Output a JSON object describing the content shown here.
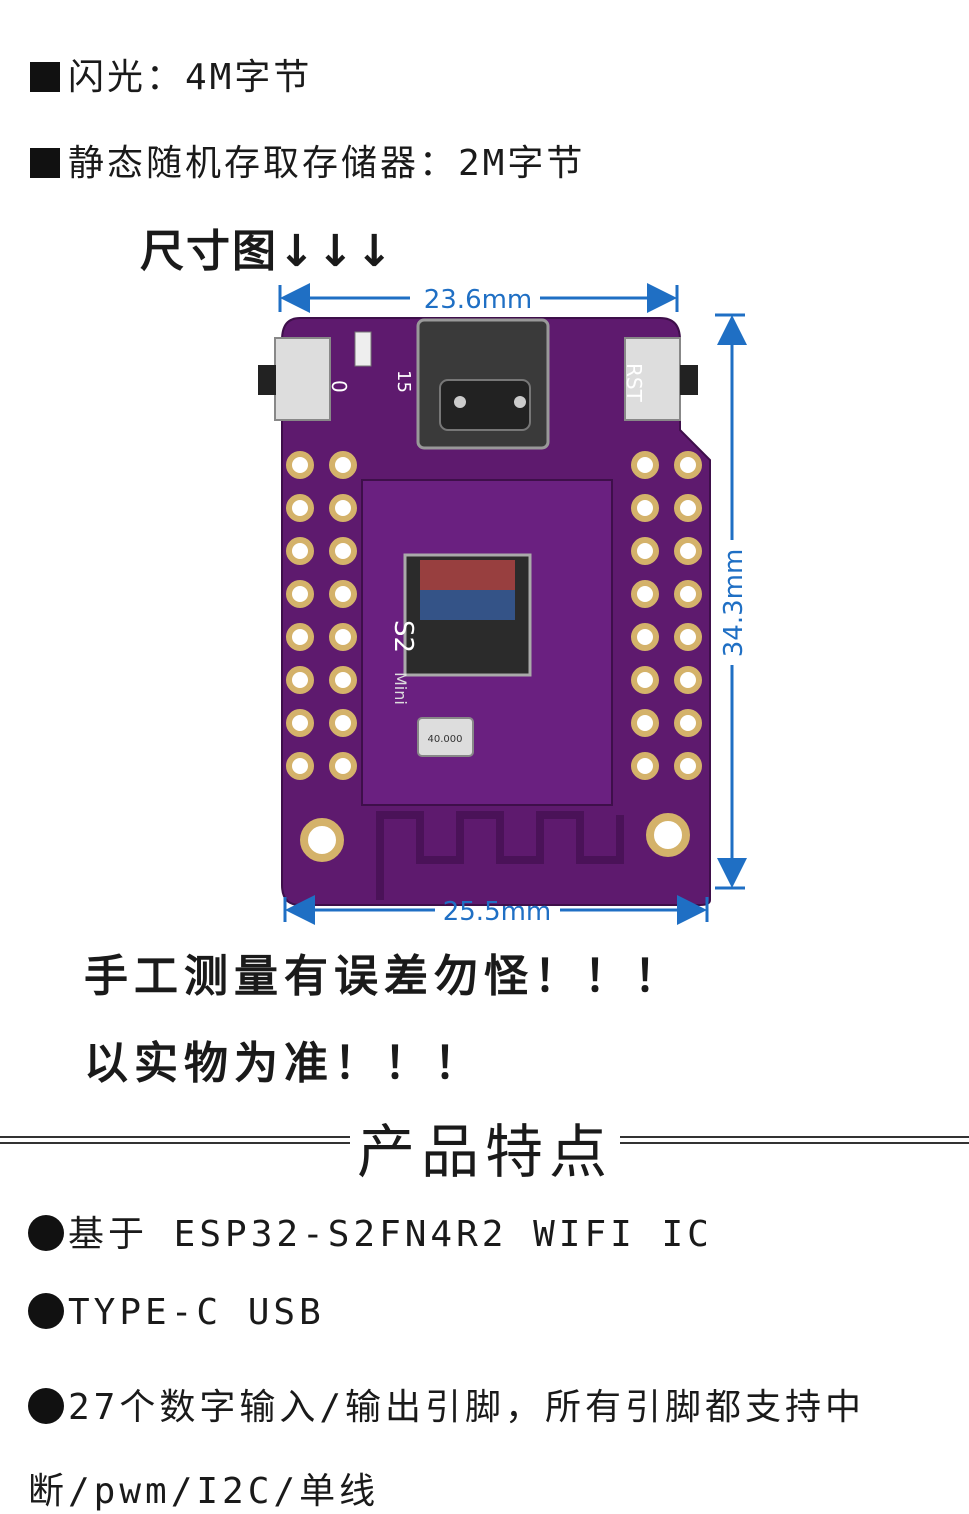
{
  "specs": [
    {
      "label": "闪光：4M字节"
    },
    {
      "label": "静态随机存取存储器：2M字节"
    }
  ],
  "dimension_heading": "尺寸图↓↓↓",
  "board": {
    "width_top": "23.6mm",
    "height": "34.3mm",
    "width_bottom": "25.5mm",
    "silk_left_button": "0",
    "silk_led": "15",
    "silk_right_button": "RST",
    "silk_model": "S2",
    "silk_model_sub": "Mini",
    "crystal_label": "40.000",
    "pcb_color": "#5e1a6e",
    "dimension_color": "#1f6fc4"
  },
  "warnings": [
    "手工测量有误差勿怪！！！",
    "以实物为准！！！"
  ],
  "section_title": "产品特点",
  "features": [
    "基于 ESP32-S2FN4R2 WIFI IC",
    "TYPE-C USB",
    "27个数字输入/输出引脚，所有引脚都支持中",
    "断/pwm/I2C/单线"
  ]
}
